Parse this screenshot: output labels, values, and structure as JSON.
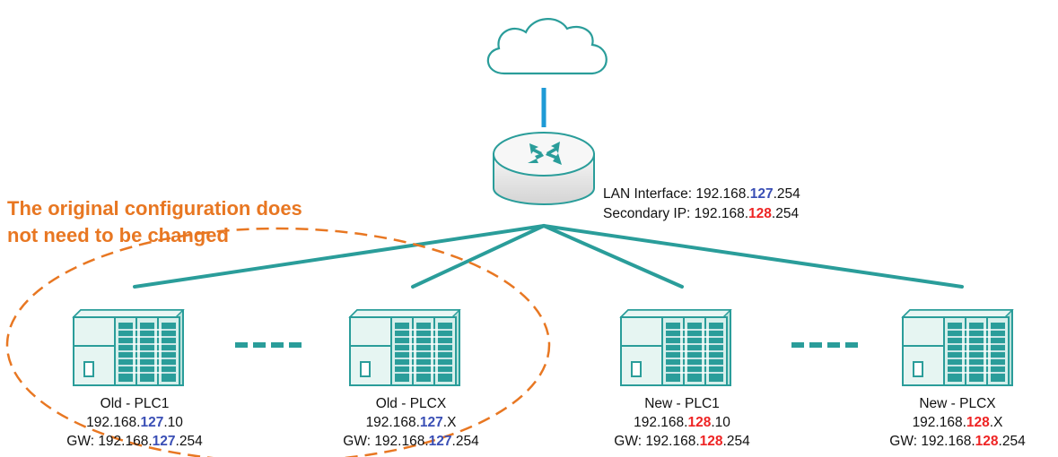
{
  "note": {
    "line1": "The original configuration does",
    "line2": "not need to be changed"
  },
  "router": {
    "lan_prefix": "LAN Interface: 192.168.",
    "lan_octet": "127",
    "lan_suffix": ".254",
    "sec_prefix": "Secondary IP: 192.168.",
    "sec_octet": "128",
    "sec_suffix": ".254"
  },
  "plcs": [
    {
      "name": "Old - PLC1",
      "ip_prefix": "192.168.",
      "ip_octet": "127",
      "ip_suffix": ".10",
      "gw_prefix": "GW: 192.168.",
      "gw_octet": "127",
      "gw_suffix": ".254"
    },
    {
      "name": "Old - PLCX",
      "ip_prefix": "192.168.",
      "ip_octet": "127",
      "ip_suffix": ".X",
      "gw_prefix": "GW: 192.168.",
      "gw_octet": "127",
      "gw_suffix": ".254"
    },
    {
      "name": "New - PLC1",
      "ip_prefix": "192.168.",
      "ip_octet": "128",
      "ip_suffix": ".10",
      "gw_prefix": "GW: 192.168.",
      "gw_octet": "128",
      "gw_suffix": ".254"
    },
    {
      "name": "New - PLCX",
      "ip_prefix": "192.168.",
      "ip_octet": "128",
      "ip_suffix": ".X",
      "gw_prefix": "GW: 192.168.",
      "gw_octet": "128",
      "gw_suffix": ".254"
    }
  ],
  "colors": {
    "accent_orange": "#e87722",
    "teal": "#2a9d9a",
    "old_subnet_blue": "#3a4fb5",
    "new_subnet_red": "#ee2424",
    "uplink_blue": "#1e9ad6"
  },
  "icons": [
    "cloud-icon",
    "router-icon",
    "plc-icon"
  ]
}
